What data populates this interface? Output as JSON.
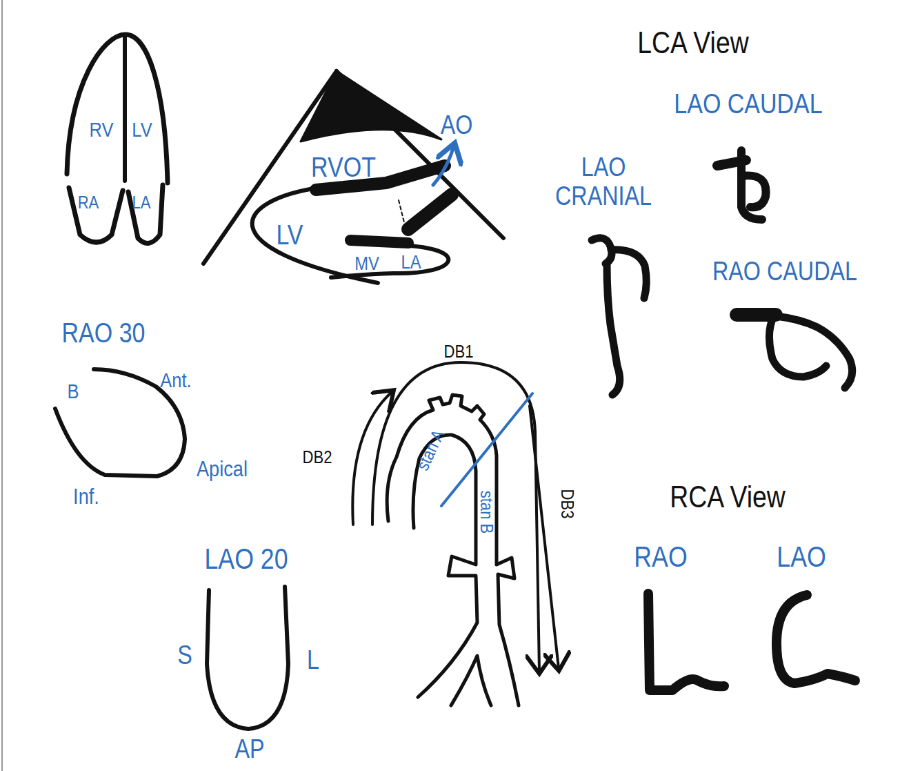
{
  "diagram": {
    "labels": [
      "RV",
      "LV",
      "RA",
      "LA",
      "RVOT",
      "AO",
      "LV",
      "MV",
      "LA",
      "LCA View",
      "LAO CAUDAL",
      "LAO CRANIAL",
      "RAO CAUDAL",
      "RAO 30",
      "B",
      "Ant.",
      "Apical",
      "Inf.",
      "DB1",
      "DB2",
      "stan A",
      "stan B",
      "DB3",
      "LAO 20",
      "S",
      "L",
      "AP",
      "RCA View",
      "RAO",
      "LAO"
    ]
  }
}
